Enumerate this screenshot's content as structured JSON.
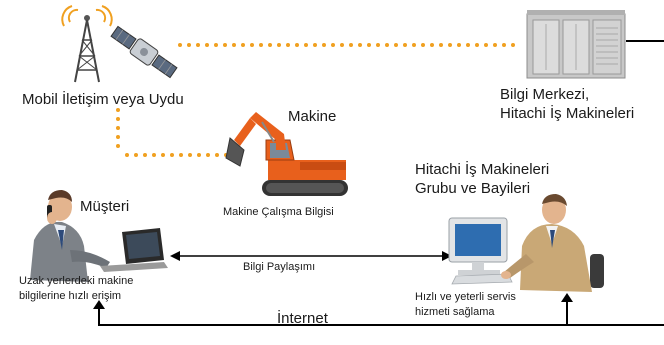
{
  "labels": {
    "mobile": "Mobil İletişim veya Uydu",
    "datacenter_line1": "Bilgi Merkezi,",
    "datacenter_line2": "Hitachi İş Makineleri",
    "machine": "Makine",
    "machine_info": "Makine Çalışma Bilgisi",
    "customer": "Müşteri",
    "customer_note_line1": "Uzak yerlerdeki makine",
    "customer_note_line2": "bilgilerine hızlı erişim",
    "dealer_line1": "Hitachi İş Makineleri",
    "dealer_line2": "Grubu ve Bayileri",
    "dealer_note_line1": "Hızlı ve yeterli servis",
    "dealer_note_line2": "hizmeti sağlama",
    "sharing": "Bilgi Paylaşımı",
    "internet": "İnternet"
  },
  "icons": [
    "antenna-tower-icon",
    "satellite-icon",
    "server-icon",
    "excavator-icon",
    "customer-person-icon",
    "laptop-icon",
    "dealer-person-icon",
    "desktop-computer-icon"
  ],
  "colors": {
    "wireless_link": "#f0a020",
    "network_line": "#000000",
    "excavator": "#e8601c"
  }
}
